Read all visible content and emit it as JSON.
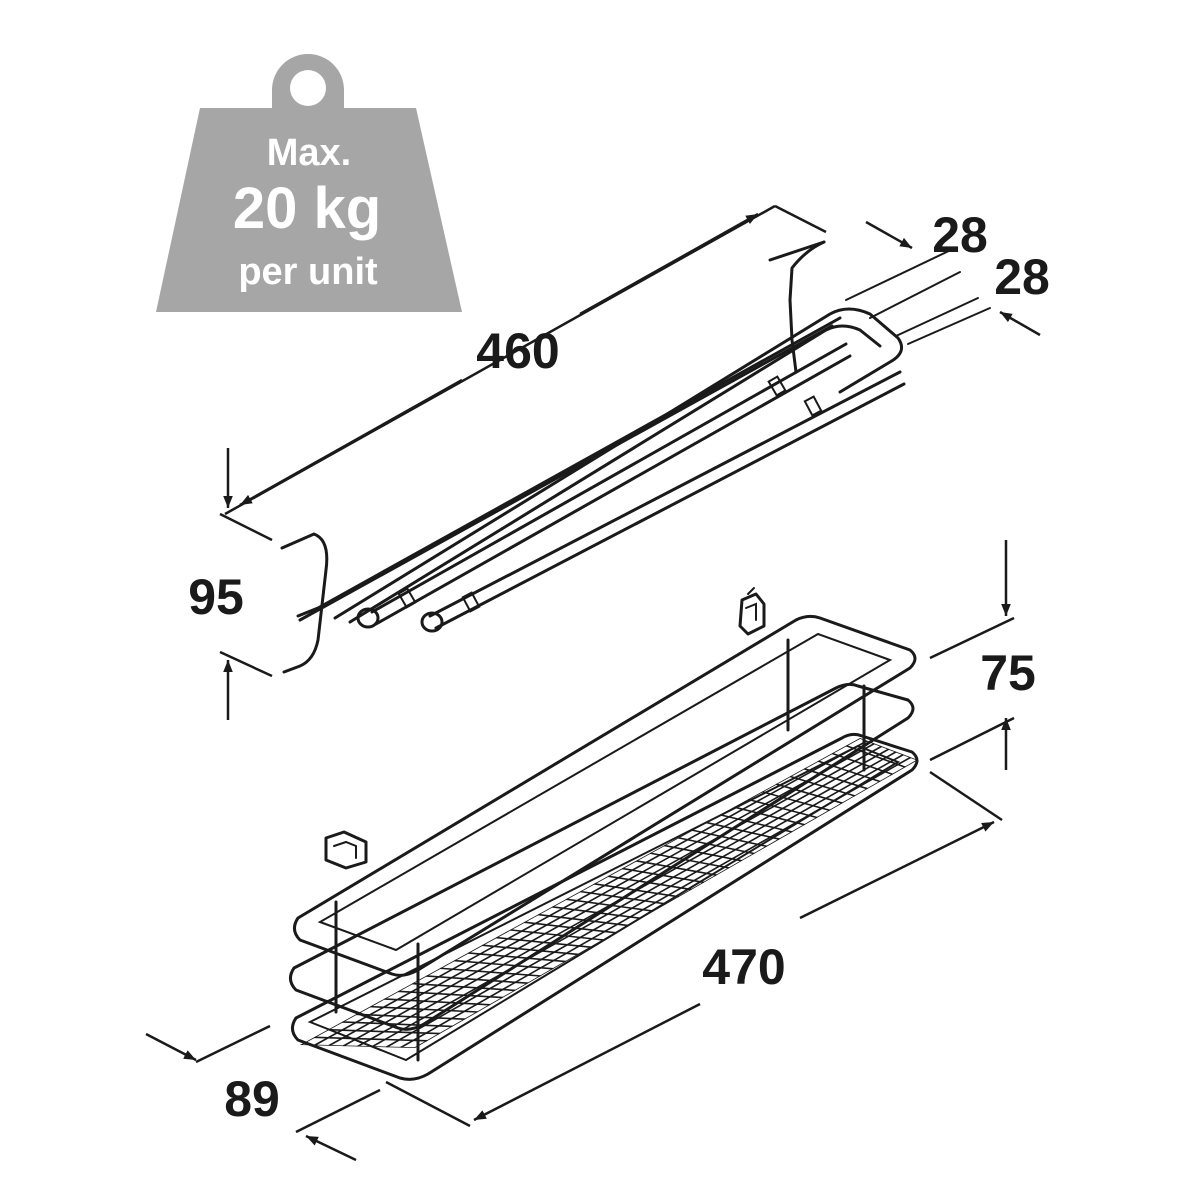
{
  "weight_badge": {
    "line1": "Max.",
    "line2": "20 kg",
    "line3": "per unit",
    "color": "#a6a6a6"
  },
  "dimensions": {
    "rail_length": "460",
    "rail_depth_a": "28",
    "rail_depth_b": "28",
    "rail_height": "95",
    "basket_height": "75",
    "basket_length": "470",
    "basket_depth": "89"
  },
  "colors": {
    "line": "#1a1a1a",
    "background": "#ffffff"
  }
}
